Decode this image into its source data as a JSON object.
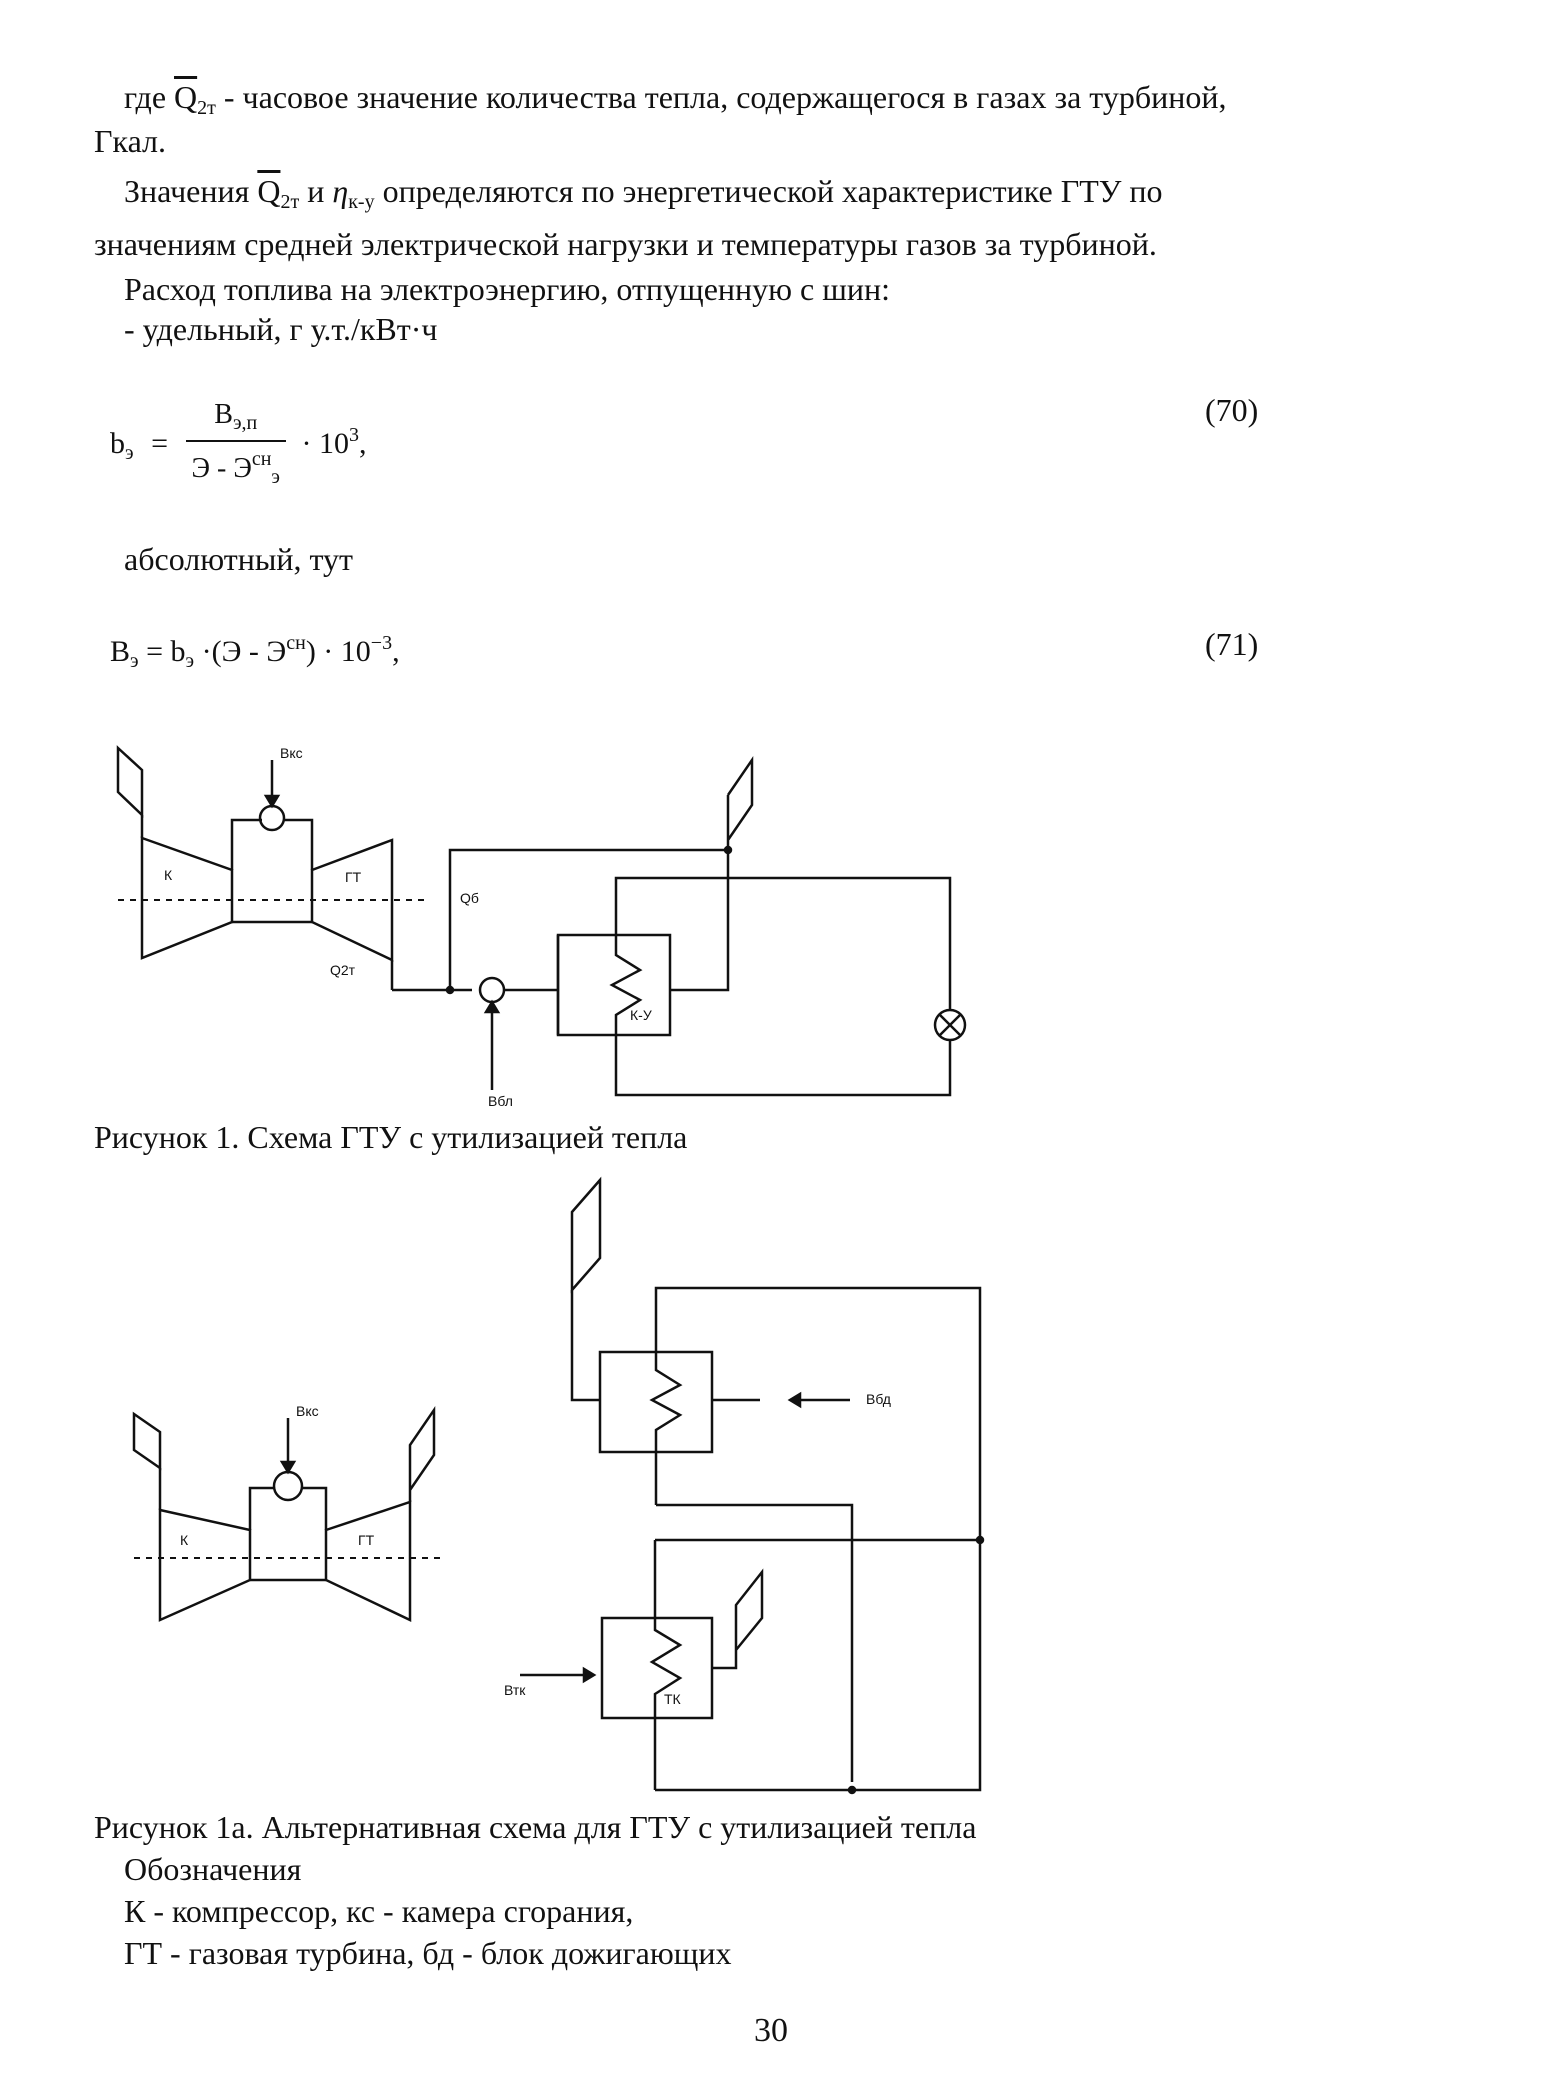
{
  "text": {
    "p1_line1_pre": "где ",
    "p1_Q": "Q",
    "p1_Q_sub": "2т",
    "p1_line1_post": " - часовое значение количества тепла, содержащегося в газах за турбиной,",
    "p1_line2": "Гкал.",
    "p2_line1_pre": "Значения ",
    "p2_and": " и ",
    "p2_eta": "η",
    "p2_eta_sub": "к-у",
    "p2_line1_post": " определяются по энергетической характеристике ГТУ по",
    "p2_line2": "значениям средней электрической нагрузки и температуры газов за турбиной.",
    "p3": "Расход топлива на электроэнергию, отпущенную с шин:",
    "p4": "- удельный, г у.т./кВт·ч",
    "p5": "абсолютный, тут",
    "caption1": "Рисунок 1. Схема ГТУ с утилизацией тепла",
    "caption2": "Рисунок 1а. Альтернативная схема для ГТУ с утилизацией тепла",
    "legend_title": "Обозначения",
    "legend1": "К - компрессор, кс - камера сгорания,",
    "legend2": "ГТ - газовая турбина, бд - блок дожигающих",
    "page_number": "30"
  },
  "eq70": {
    "lhs": "b",
    "lhs_sub": "э",
    "eq": "=",
    "num": "B",
    "num_sub": "э,п",
    "den": "Э - Э",
    "den_sup": "сн",
    "den_sub": "э",
    "tail": "· 10",
    "tail_sup": "3",
    "tail_end": ",",
    "number": "(70)"
  },
  "eq71": {
    "lhs": "B",
    "lhs_sub": "э",
    "body1": "= b",
    "body1_sub": "э",
    "body2": " ·(Э - Э",
    "body2_sup": "сн",
    "body3": ") · 10",
    "body3_sup": "−3",
    "body4": ",",
    "number": "(71)"
  },
  "fig1": {
    "label_bks": "Вкс",
    "label_k": "К",
    "label_gt": "ГТ",
    "label_qb": "Qб",
    "label_q2t": "Q2т",
    "label_ku": "К-У",
    "label_bbl": "Вбл"
  },
  "fig2": {
    "label_bks": "Вкс",
    "label_k": "К",
    "label_gt": "ГТ",
    "label_bbd": "Вбд",
    "label_btk": "Втк",
    "label_tk": "ТК"
  }
}
